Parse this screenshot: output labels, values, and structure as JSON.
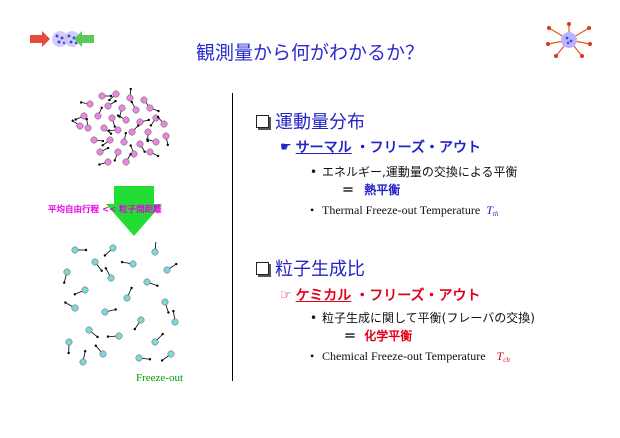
{
  "slide": {
    "title": "観測量から何がわかるか？",
    "left": {
      "arrow_label": "平均自由行程 << 粒子間距離",
      "freeze_label": "Freeze-out"
    },
    "right": {
      "section1": {
        "heading": "運動量分布",
        "sub": "サーマル",
        "sub_rest": "・フリーズ・アウト",
        "sub_color": "#2323c8",
        "bullet1": "エネルギー,運動量の交換による平衡",
        "bullet1_eq": "＝",
        "bullet1_eq_text": "熱平衡",
        "bullet2": "Thermal Freeze-out Temperature",
        "bullet2_sym": "T",
        "bullet2_sub": "th"
      },
      "section2": {
        "heading": "粒子生成比",
        "sub": "ケミカル",
        "sub_rest": "・フリーズ・アウト",
        "sub_color": "#e0001b",
        "bullet1": "粒子生成に関して平衡(フレーバの交換)",
        "bullet1_eq": "＝",
        "bullet1_eq_text": "化学平衡",
        "bullet2": "Chemical Freeze-out Temperature",
        "bullet2_sym": "T",
        "bullet2_sub": "ch"
      }
    },
    "colors": {
      "title": "#2b2bd0",
      "hot_particle": "#e987e0",
      "cold_particle": "#7fd8d8",
      "arrow": "#22dd33",
      "arrow_text": "#e800e8",
      "freeze_text": "#00a000"
    }
  }
}
